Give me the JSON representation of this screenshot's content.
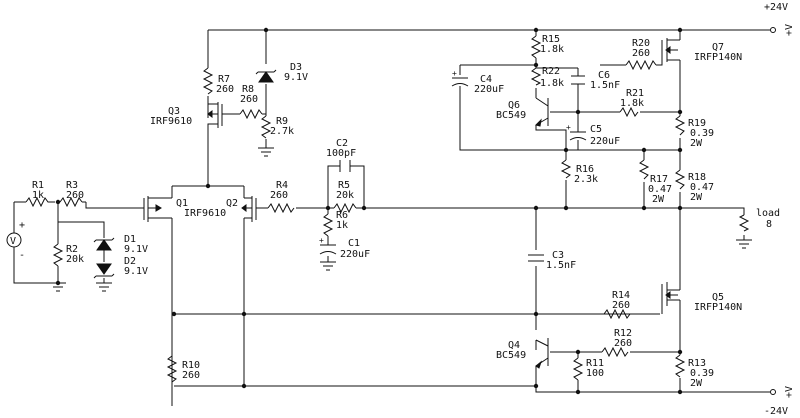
{
  "rails": {
    "pos": "+24V",
    "neg": "-24V",
    "pos_term": "+V",
    "neg_term": "+V"
  },
  "source": {
    "plus": "+",
    "minus": "-",
    "glyph": "V"
  },
  "load": {
    "name": "load",
    "value": "8"
  },
  "components": {
    "R1": {
      "name": "R1",
      "value": "1k"
    },
    "R2": {
      "name": "R2",
      "value": "20k"
    },
    "R3": {
      "name": "R3",
      "value": "260"
    },
    "R4": {
      "name": "R4",
      "value": "260"
    },
    "R5": {
      "name": "R5",
      "value": "20k"
    },
    "R6": {
      "name": "R6",
      "value": "1k"
    },
    "R7": {
      "name": "R7",
      "value": "260"
    },
    "R8": {
      "name": "R8",
      "value": "260"
    },
    "R9": {
      "name": "R9",
      "value": "2.7k"
    },
    "R10": {
      "name": "R10",
      "value": "260"
    },
    "R11": {
      "name": "R11",
      "value": "100"
    },
    "R12": {
      "name": "R12",
      "value": "260"
    },
    "R13": {
      "name": "R13",
      "value": "0.39",
      "rating": "2W"
    },
    "R14": {
      "name": "R14",
      "value": "260"
    },
    "R15": {
      "name": "R15",
      "value": "1.8k"
    },
    "R16": {
      "name": "R16",
      "value": "2.3k"
    },
    "R17": {
      "name": "R17",
      "value": "0.47",
      "rating": "2W"
    },
    "R18": {
      "name": "R18",
      "value": "0.47",
      "rating": "2W"
    },
    "R19": {
      "name": "R19",
      "value": "0.39",
      "rating": "2W"
    },
    "R20": {
      "name": "R20",
      "value": "260"
    },
    "R21": {
      "name": "R21",
      "value": "1.8k"
    },
    "R22": {
      "name": "R22",
      "value": "1.8k"
    },
    "C1": {
      "name": "C1",
      "value": "220uF"
    },
    "C2": {
      "name": "C2",
      "value": "100pF"
    },
    "C3": {
      "name": "C3",
      "value": "1.5nF"
    },
    "C4": {
      "name": "C4",
      "value": "220uF"
    },
    "C5": {
      "name": "C5",
      "value": "220uF"
    },
    "C6": {
      "name": "C6",
      "value": "1.5nF"
    },
    "D1": {
      "name": "D1",
      "value": "9.1V"
    },
    "D2": {
      "name": "D2",
      "value": "9.1V"
    },
    "D3": {
      "name": "D3",
      "value": "9.1V"
    },
    "Q1": {
      "name": "Q1"
    },
    "Q2": {
      "name": "Q2"
    },
    "Q12_part": "IRF9610",
    "Q3": {
      "name": "Q3",
      "part": "IRF9610"
    },
    "Q4": {
      "name": "Q4",
      "part": "BC549"
    },
    "Q5": {
      "name": "Q5",
      "part": "IRFP140N"
    },
    "Q6": {
      "name": "Q6",
      "part": "BC549"
    },
    "Q7": {
      "name": "Q7",
      "part": "IRFP140N"
    }
  }
}
